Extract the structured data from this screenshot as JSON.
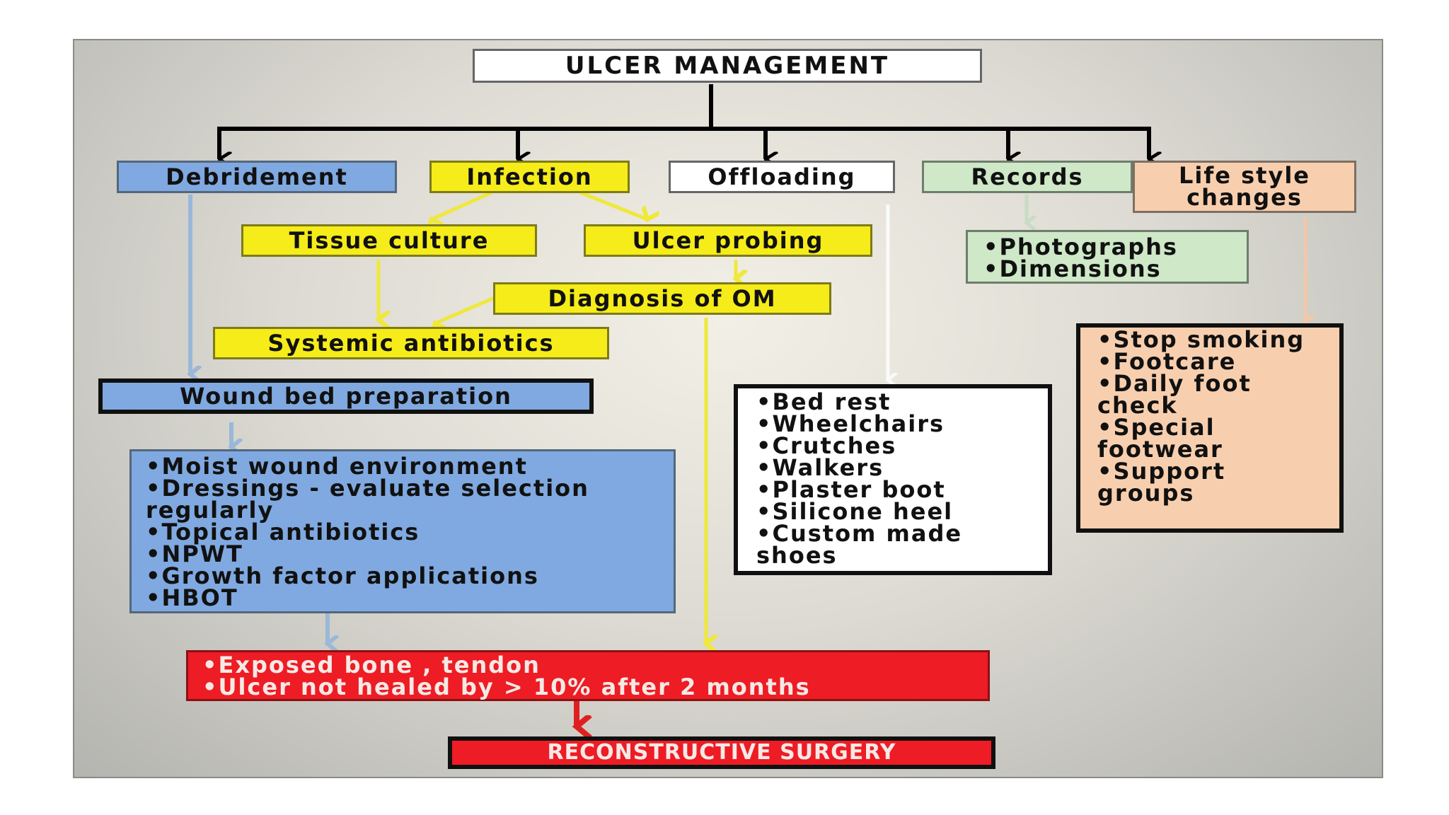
{
  "title": "ULCER MANAGEMENT",
  "branches": {
    "debridement": "Debridement",
    "infection": "Infection",
    "offloading": "Offloading",
    "records": "Records",
    "lifestyle": "Life style changes"
  },
  "infection": {
    "tissue_culture": "Tissue culture",
    "ulcer_probing": "Ulcer probing",
    "diagnosis_om": "Diagnosis of OM",
    "systemic_antibiotics": "Systemic antibiotics"
  },
  "wound_bed": "Wound bed preparation",
  "wound_items": [
    "•Moist wound environment",
    "•Dressings - evaluate selection regularly",
    "•Topical antibiotics",
    "•NPWT",
    "•Growth factor applications",
    "•HBOT"
  ],
  "records_items": [
    "•Photographs",
    "•Dimensions"
  ],
  "offloading_items": [
    "•Bed rest",
    "•Wheelchairs",
    "•Crutches",
    "•Walkers",
    "•Plaster boot",
    "•Silicone heel",
    "•Custom made shoes"
  ],
  "lifestyle_items": [
    "•Stop smoking",
    "•Footcare",
    "•Daily foot check",
    "•Special footwear",
    "•Support groups"
  ],
  "exposed_items": [
    "•Exposed bone , tendon",
    "•Ulcer not healed by > 10% after 2 months"
  ],
  "reconstructive": "RECONSTRUCTIVE SURGERY",
  "colors": {
    "blue": "#7fa9e0",
    "yellow": "#f5ec1a",
    "green": "#cfe8c8",
    "peach": "#f8cfae",
    "red": "#ee1c24",
    "white": "#ffffff"
  }
}
